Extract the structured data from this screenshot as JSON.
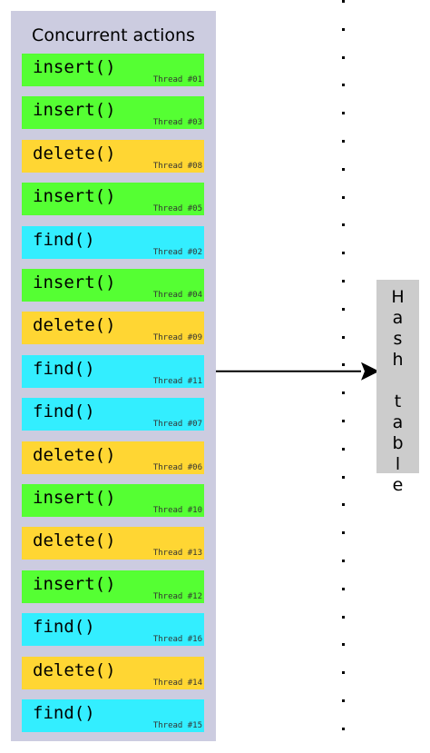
{
  "diagram": {
    "title": "Concurrent actions",
    "hash_table_label": "Hash table",
    "colors": {
      "panel": "#cccce0",
      "insert": "#55ff33",
      "delete": "#ffd633",
      "find": "#33eeff",
      "hash_box": "#cccccc",
      "arrow": "#000000"
    },
    "actions": [
      {
        "op": "insert()",
        "thread": "Thread #01",
        "kind": "insert"
      },
      {
        "op": "insert()",
        "thread": "Thread #03",
        "kind": "insert"
      },
      {
        "op": "delete()",
        "thread": "Thread #08",
        "kind": "delete"
      },
      {
        "op": "insert()",
        "thread": "Thread #05",
        "kind": "insert"
      },
      {
        "op": "find()",
        "thread": "Thread #02",
        "kind": "find"
      },
      {
        "op": "insert()",
        "thread": "Thread #04",
        "kind": "insert"
      },
      {
        "op": "delete()",
        "thread": "Thread #09",
        "kind": "delete"
      },
      {
        "op": "find()",
        "thread": "Thread #11",
        "kind": "find"
      },
      {
        "op": "find()",
        "thread": "Thread #07",
        "kind": "find"
      },
      {
        "op": "delete()",
        "thread": "Thread #06",
        "kind": "delete"
      },
      {
        "op": "insert()",
        "thread": "Thread #10",
        "kind": "insert"
      },
      {
        "op": "delete()",
        "thread": "Thread #13",
        "kind": "delete"
      },
      {
        "op": "insert()",
        "thread": "Thread #12",
        "kind": "insert"
      },
      {
        "op": "find()",
        "thread": "Thread #16",
        "kind": "find"
      },
      {
        "op": "delete()",
        "thread": "Thread #14",
        "kind": "delete"
      },
      {
        "op": "find()",
        "thread": "Thread #15",
        "kind": "find"
      }
    ],
    "active_action_index": 7
  }
}
